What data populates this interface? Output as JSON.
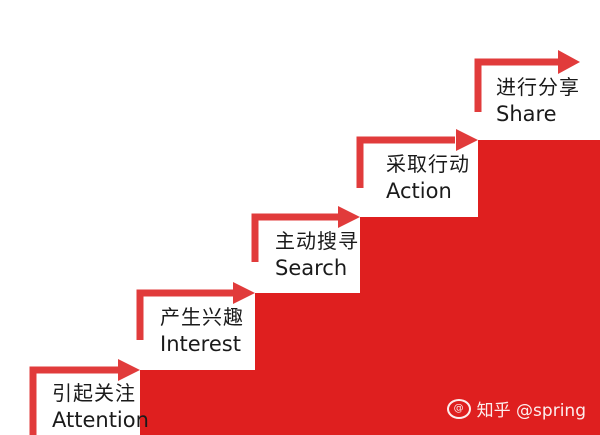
{
  "colors": {
    "fill": "#df1f1f",
    "arrow": "#e13b3b",
    "text": "#1a1a1a",
    "watermark": "#ffffff"
  },
  "steps": [
    {
      "zh": "引起关注",
      "en": "Attention"
    },
    {
      "zh": "产生兴趣",
      "en": "Interest"
    },
    {
      "zh": "主动搜寻",
      "en": "Search"
    },
    {
      "zh": "采取行动",
      "en": "Action"
    },
    {
      "zh": "进行分享",
      "en": "Share"
    }
  ],
  "watermark": {
    "icon": "at-icon",
    "text": "知乎 @spring"
  }
}
